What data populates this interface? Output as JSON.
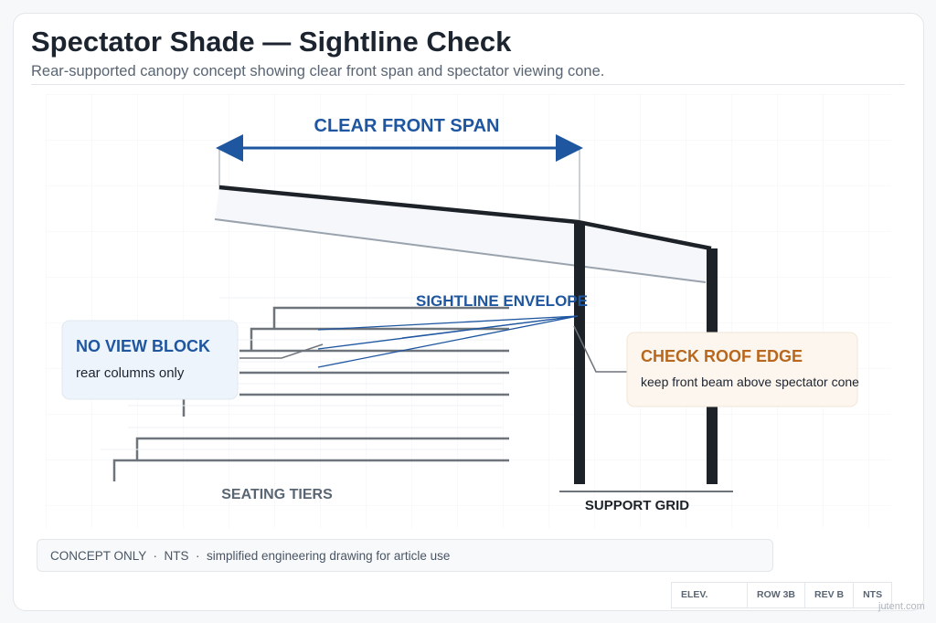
{
  "header": {
    "title": "Spectator Shade — Sightline Check",
    "subtitle": "Rear-supported canopy concept showing clear front span and spectator viewing cone."
  },
  "diagram": {
    "span_label": "CLEAR FRONT SPAN",
    "sightline_label": "SIGHTLINE ENVELOPE",
    "seating_label": "SEATING TIERS",
    "support_label": "SUPPORT GRID",
    "callout_left": {
      "title": "NO VIEW BLOCK",
      "text": "rear columns only"
    },
    "callout_right": {
      "title": "CHECK ROOF EDGE",
      "text": "keep front beam above spectator cone"
    },
    "colors": {
      "accent_blue": "#1f56a0",
      "warning_orange": "#b8681e",
      "structure": "#1c2228",
      "tiers": "#6e747b"
    }
  },
  "footer": {
    "note": "CONCEPT ONLY  ·  NTS  ·  simplified engineering drawing for article use",
    "title_block": [
      "ELEV.",
      "ROW 3B",
      "REV B",
      "NTS"
    ],
    "watermark": "jutent.com"
  }
}
